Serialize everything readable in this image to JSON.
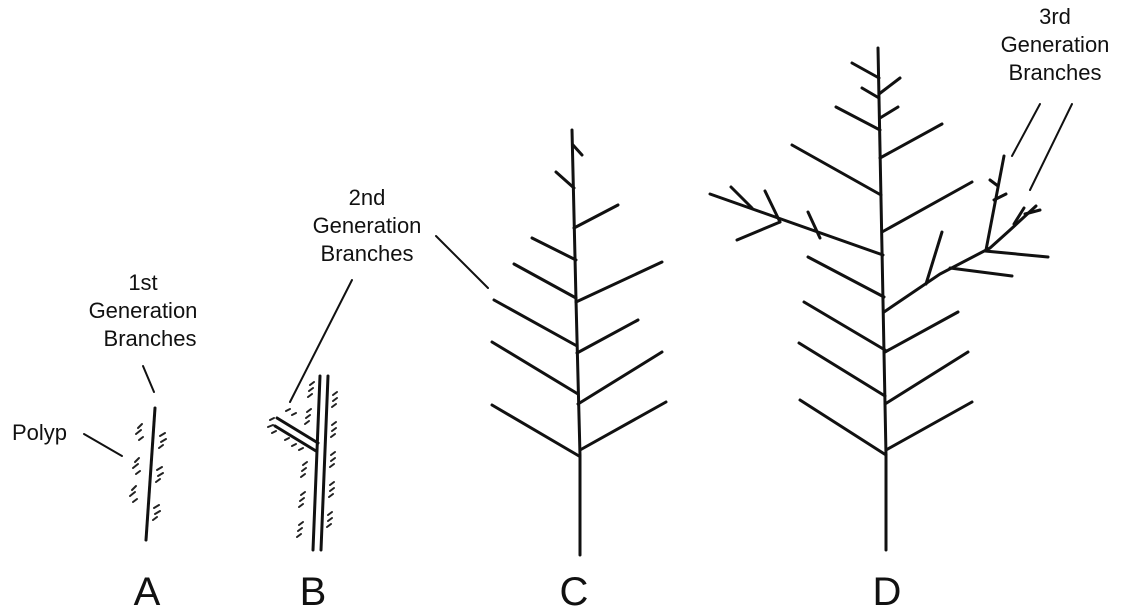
{
  "labels": {
    "polyp": "Polyp",
    "first_gen": [
      "1st",
      "Generation",
      "Branches"
    ],
    "second_gen": [
      "2nd",
      "Generation",
      "Branches"
    ],
    "third_gen": [
      "3rd",
      "Generation",
      "Branches"
    ]
  },
  "panels": [
    "A",
    "B",
    "C",
    "D"
  ],
  "colors": {
    "ink": "#111111",
    "background": "#ffffff"
  }
}
